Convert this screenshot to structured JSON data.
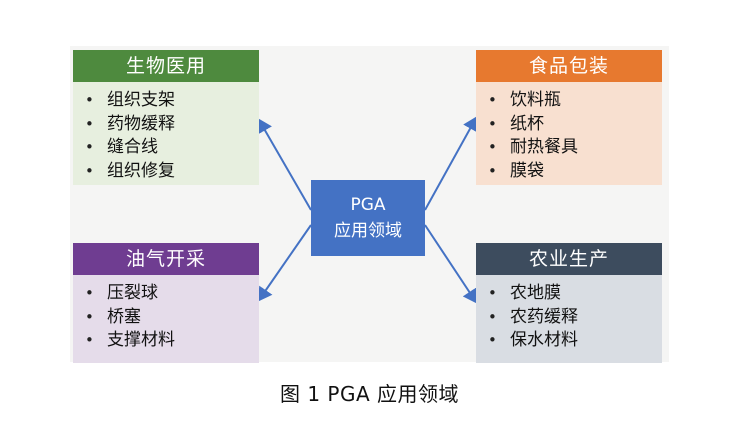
{
  "center": {
    "line1": "PGA",
    "line2": "应用领域"
  },
  "boxes": {
    "biomedical": {
      "title": "生物医用",
      "items": [
        "组织支架",
        "药物缓释",
        "缝合线",
        "组织修复"
      ]
    },
    "food_packaging": {
      "title": "食品包装",
      "items": [
        "饮料瓶",
        "纸杯",
        "耐热餐具",
        "膜袋"
      ]
    },
    "oil_gas": {
      "title": "油气开采",
      "items": [
        "压裂球",
        "桥塞",
        "支撑材料"
      ]
    },
    "agriculture": {
      "title": "农业生产",
      "items": [
        "农地膜",
        "农药缓释",
        "保水材料"
      ]
    }
  },
  "caption": "图 1  PGA 应用领域",
  "colors": {
    "biomedical_header": "#4e8a3e",
    "biomedical_body": "#e7efdf",
    "food_header": "#e7792f",
    "food_body": "#f8e0d0",
    "oil_header": "#6f3d91",
    "oil_body": "#e5dcea",
    "agri_header": "#3d4c5e",
    "agri_body": "#d9dde3",
    "center": "#4472c4",
    "arrow": "#4472c4"
  }
}
